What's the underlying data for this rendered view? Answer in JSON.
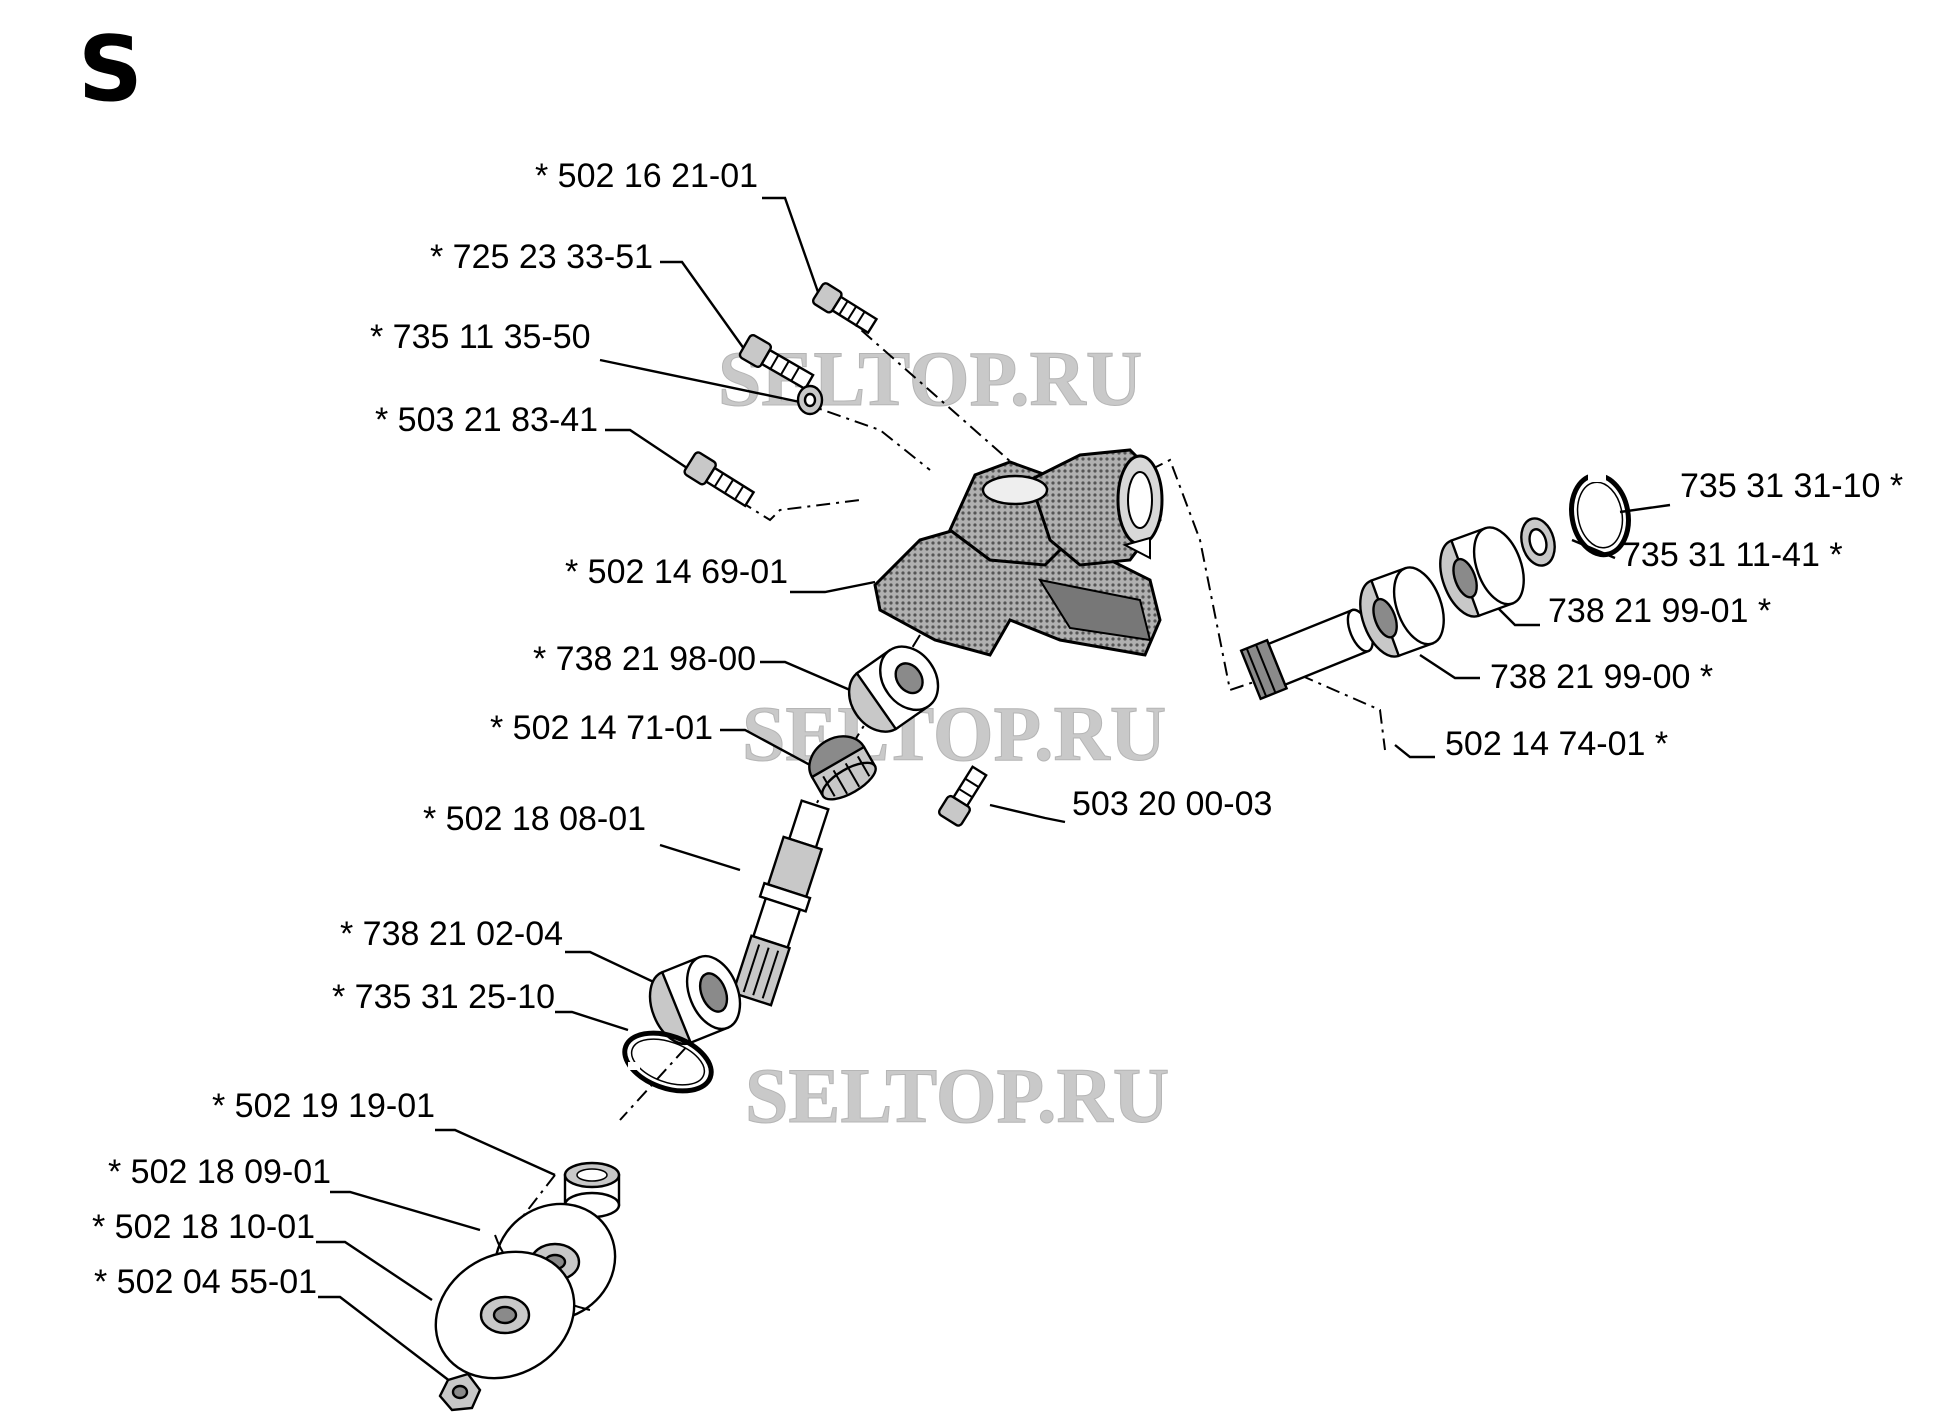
{
  "section_letter": "S",
  "watermark": "SELTOP.RU",
  "labels": {
    "p502162101": "* 502 16 21-01",
    "p725233351": "* 725 23 33-51",
    "p735113550": "* 735 11 35-50",
    "p503218341": "* 503 21 83-41",
    "p502146901": "* 502 14 69-01",
    "p738219800": "* 738 21 98-00",
    "p502147101": "* 502 14 71-01",
    "p502180801": "* 502 18 08-01",
    "p738210204": "* 738 21 02-04",
    "p735312510": "* 735 31 25-10",
    "p502191901": "* 502 19 19-01",
    "p502180901": "* 502 18 09-01",
    "p502181001": "* 502 18 10-01",
    "p502045501": "* 502 04 55-01",
    "p735313110": "735 31 31-10 *",
    "p735311141": "735 31 11-41 *",
    "p738219901": "738 21 99-01 *",
    "p738219900": "738 21 99-00 *",
    "p502147401": "502 14 74-01 *",
    "p503200003": "503 20 00-03"
  }
}
